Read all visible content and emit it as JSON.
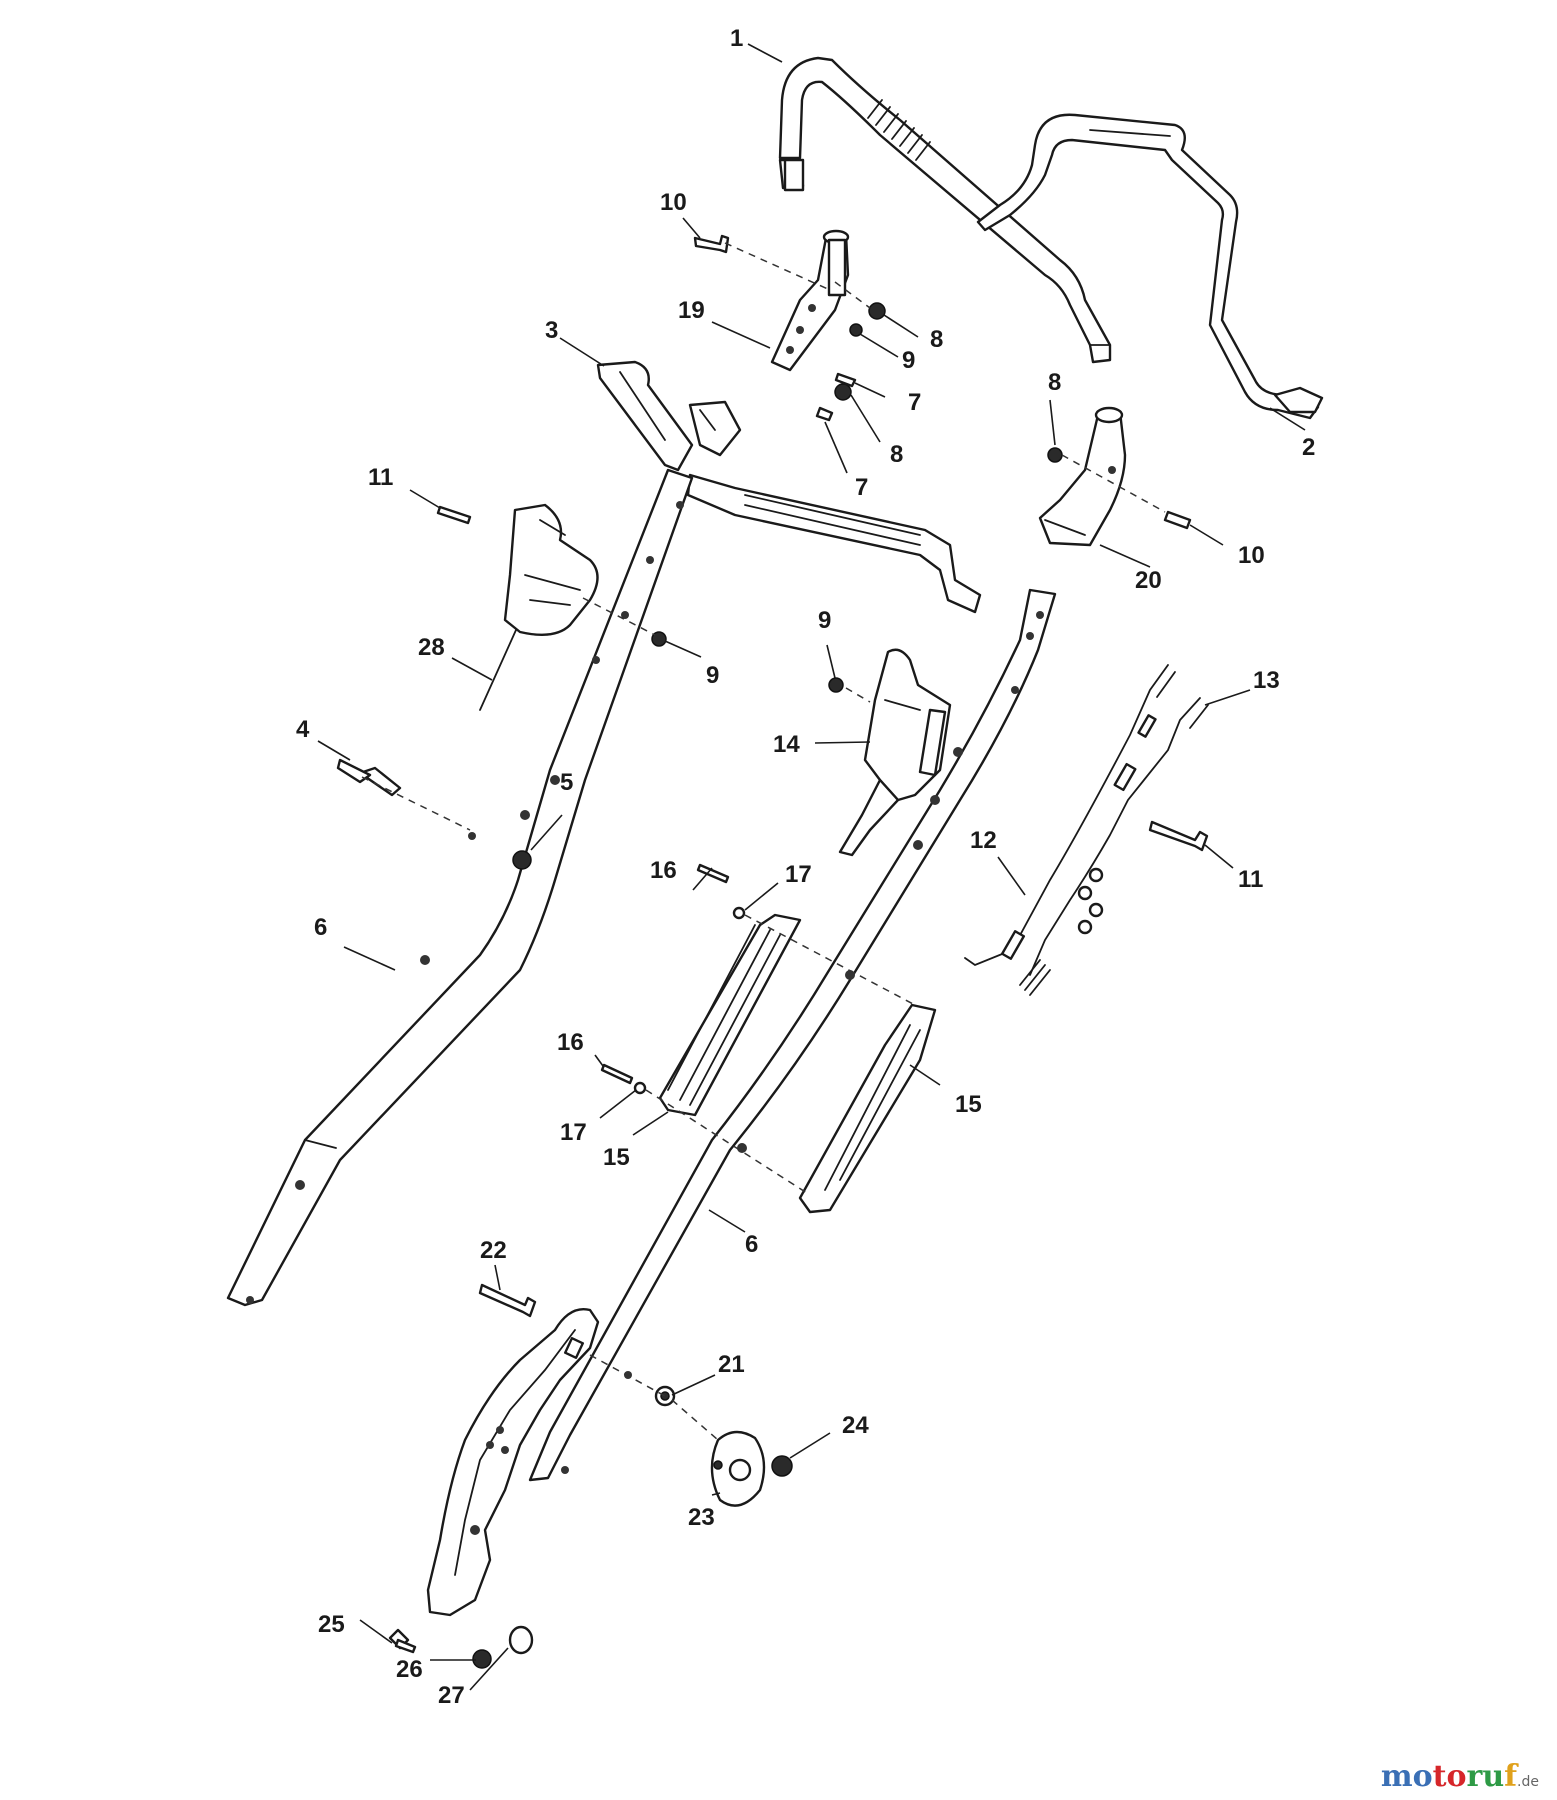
{
  "labels": [
    {
      "id": "p1",
      "text": "1"
    },
    {
      "id": "p2",
      "text": "2"
    },
    {
      "id": "p3",
      "text": "3"
    },
    {
      "id": "p4",
      "text": "4"
    },
    {
      "id": "p5",
      "text": "5"
    },
    {
      "id": "p6a",
      "text": "6"
    },
    {
      "id": "p6b",
      "text": "6"
    },
    {
      "id": "p7a",
      "text": "7"
    },
    {
      "id": "p7b",
      "text": "7"
    },
    {
      "id": "p8a",
      "text": "8"
    },
    {
      "id": "p8b",
      "text": "8"
    },
    {
      "id": "p8c",
      "text": "8"
    },
    {
      "id": "p9a",
      "text": "9"
    },
    {
      "id": "p9b",
      "text": "9"
    },
    {
      "id": "p9c",
      "text": "9"
    },
    {
      "id": "p10a",
      "text": "10"
    },
    {
      "id": "p10b",
      "text": "10"
    },
    {
      "id": "p11a",
      "text": "11"
    },
    {
      "id": "p11b",
      "text": "11"
    },
    {
      "id": "p12",
      "text": "12"
    },
    {
      "id": "p13",
      "text": "13"
    },
    {
      "id": "p14",
      "text": "14"
    },
    {
      "id": "p15a",
      "text": "15"
    },
    {
      "id": "p15b",
      "text": "15"
    },
    {
      "id": "p16a",
      "text": "16"
    },
    {
      "id": "p16b",
      "text": "16"
    },
    {
      "id": "p17a",
      "text": "17"
    },
    {
      "id": "p17b",
      "text": "17"
    },
    {
      "id": "p19",
      "text": "19"
    },
    {
      "id": "p20",
      "text": "20"
    },
    {
      "id": "p21",
      "text": "21"
    },
    {
      "id": "p22",
      "text": "22"
    },
    {
      "id": "p23",
      "text": "23"
    },
    {
      "id": "p24",
      "text": "24"
    },
    {
      "id": "p25",
      "text": "25"
    },
    {
      "id": "p26",
      "text": "26"
    },
    {
      "id": "p27",
      "text": "27"
    },
    {
      "id": "p28",
      "text": "28"
    }
  ],
  "watermark": {
    "part1": "mo",
    "part2": "to",
    "part3": "ru",
    "part4": "f",
    "tld": ".de"
  }
}
